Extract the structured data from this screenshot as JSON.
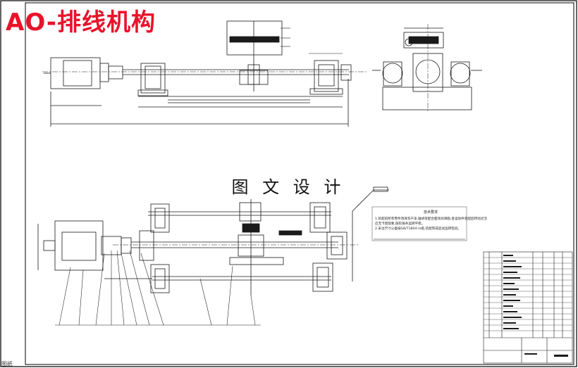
{
  "title": "AO-排线机构",
  "watermark": "图 文 设 计",
  "corner_label": "图纸",
  "notes": {
    "heading": "技术要求",
    "lines": [
      "1.装配前所有零件须清洗干净,轴承等配合面涂润滑脂,各运动件装配后转动灵活",
      "应无卡阻现象,链轮链条运转平稳。",
      "2.未注尺寸公差按GB/T1804-m级,装配完成后试运转检验。"
    ]
  },
  "colors": {
    "title": "#e8132b",
    "lines": "#1a1a1a",
    "frame": "#000000"
  }
}
